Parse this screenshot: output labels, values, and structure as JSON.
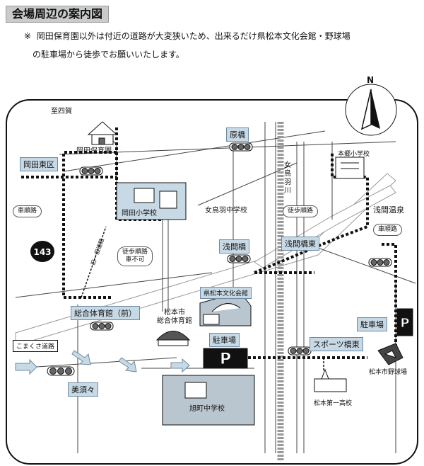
{
  "title": "会場周辺の案内図",
  "note": {
    "mark": "※",
    "line1": "岡田保育園以外は付近の道路が大変狭いため、出来るだけ県松本文化会館・野球場",
    "line2": "の駐車場から徒歩でお願いいたします。"
  },
  "compass": "N",
  "labels": {
    "to_shiga": "至四賀",
    "okada_hoikuen": "岡田保育園",
    "haraba": "原橋",
    "okada_higashi": "岡田東区",
    "car_order_1": "車順路",
    "route_143": "143",
    "okada_sho": "岡田小学校",
    "mejima_chu": "女鳥羽中学校",
    "okada_kyu": "旧一般道路",
    "walk_no_car": "徒歩順路\n車不可",
    "asama_bashi": "浅間橋",
    "asama_bashi_higashi": "浅間橋東",
    "walk_order": "徒歩順路",
    "asama_onsen": "浅間温泉",
    "car_order_2": "車順路",
    "motogo_sho": "本郷小学校",
    "metoba_river": "女\n鳥\n羽\n川",
    "sogo_mae": "総合体育館（前）",
    "bunka_kaikan": "県松本文化会館",
    "matsumoto_gym": "松本市\n総合体育館",
    "parking_1": "駐車場",
    "parking_2": "駐車場",
    "sports_bashi_higashi": "スポーツ橋東",
    "baseball": "松本市野球場",
    "komakusa": "こまくさ道路",
    "misuzu": "美須々",
    "asahimachi_chu": "旭町中学校",
    "matsumoto_ichi": "松本第一高校"
  },
  "colors": {
    "sign_bg": "#c8d9e6",
    "road": "#bfc4c7",
    "building": "#b9c6cf",
    "dotted": "#111111"
  }
}
